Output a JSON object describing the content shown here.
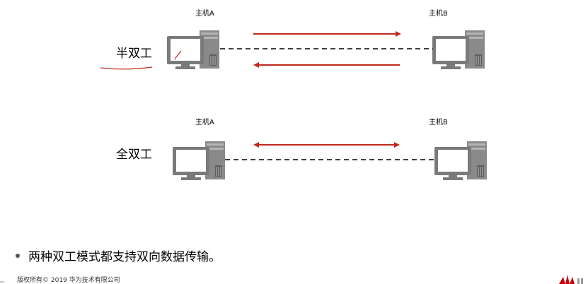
{
  "diagram": {
    "half_duplex": {
      "label": "半双工",
      "host_a": "主机A",
      "host_b": "主机B"
    },
    "full_duplex": {
      "label": "全双工",
      "host_a": "主机A",
      "host_b": "主机B"
    },
    "colors": {
      "arrow": "#c0281e",
      "link": "#000000",
      "computer": "#7a7a7a",
      "annotation": "#c0281e"
    }
  },
  "bullet": {
    "text": "两种双工模式都支持双向数据传输。"
  },
  "footer": {
    "copyright": "版权所有© 2019 华为技术有限公司"
  }
}
